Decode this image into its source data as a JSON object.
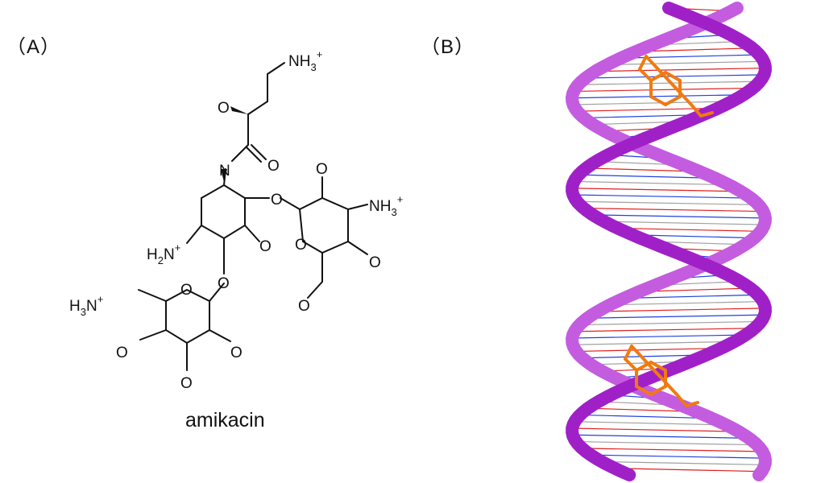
{
  "panels": {
    "a": {
      "label": "（A）",
      "caption": "amikacin"
    },
    "b": {
      "label": "（B）"
    }
  },
  "atoms": {
    "top_amine": "NH",
    "top_amine_sub": "3",
    "charge": "+",
    "O": "O",
    "N": "N",
    "right_amine": "NH",
    "right_amine_sub": "3",
    "mid_amine": "H",
    "mid_amine_N": "N",
    "mid_amine_sub": "2",
    "left_amine": "H",
    "left_amine_sub": "3",
    "left_amine_N": "N"
  },
  "colors": {
    "backbone": "#a020c8",
    "backbone_light": "#c45ce0",
    "ligand": "#f07a10",
    "base_blue": "#2040e0",
    "oxygen_red": "#e02020",
    "carbon_gray": "#a0a0a0"
  }
}
